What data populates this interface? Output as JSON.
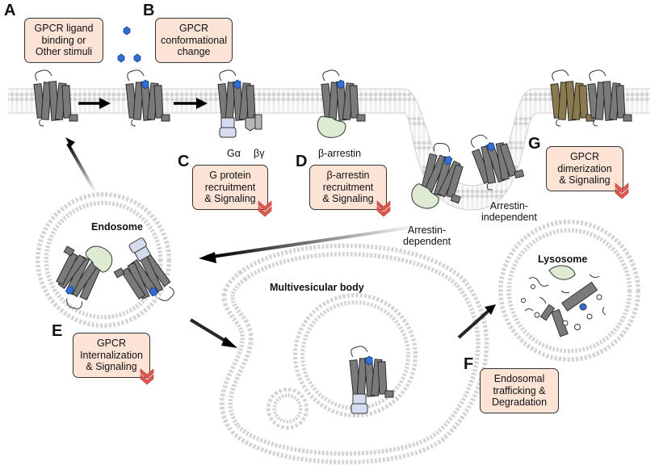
{
  "panels": {
    "a": {
      "letter": "A",
      "lines": [
        "GPCR ligand",
        "binding or",
        "Other stimuli"
      ]
    },
    "b": {
      "letter": "B",
      "lines": [
        "GPCR",
        "conformational",
        "change"
      ]
    },
    "c": {
      "letter": "C",
      "lines": [
        "G protein",
        "recruitment",
        "& Signaling"
      ]
    },
    "d": {
      "letter": "D",
      "lines": [
        "β-arrestin",
        "recruitment",
        "& Signaling"
      ]
    },
    "e": {
      "letter": "E",
      "lines": [
        "GPCR",
        "Internalization",
        "& Signaling"
      ]
    },
    "f": {
      "letter": "F",
      "lines": [
        "Endosomal",
        "trafficking &",
        "Degradation"
      ]
    },
    "g": {
      "letter": "G",
      "lines": [
        "GPCR",
        "dimerization",
        "& Signaling"
      ]
    }
  },
  "labels": {
    "g_alpha": "Gα",
    "g_beta_gamma": "βγ",
    "beta_arrestin": "β-arrestin",
    "arrestin_dependent": [
      "Arrestin-",
      "dependent"
    ],
    "arrestin_independent": [
      "Arrestin-",
      "independent"
    ],
    "endosome": "Endosome",
    "multivesicular_body": "Multivesicular body",
    "lysosome": "Lysosome"
  },
  "colors": {
    "text_box_fill": "#fbe3d6",
    "receptor": "#7a7a7a",
    "ligand": "#2f6fd6",
    "arrestin": "#dcebd2",
    "g_protein": "#d5dcef",
    "dimer_partner": "#8a7a4e",
    "signal_chevron": "#e0574f"
  }
}
